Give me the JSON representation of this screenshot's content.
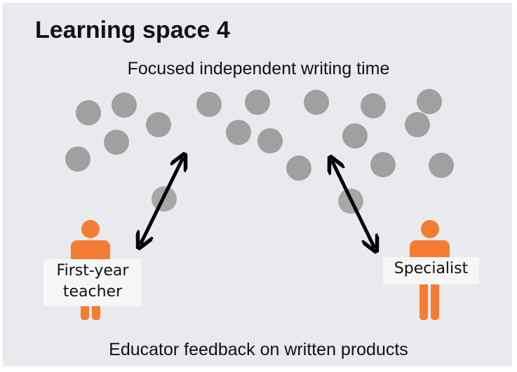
{
  "title": "Learning space 4",
  "subtitle": "Focused independent writing time",
  "footer": "Educator feedback on written products",
  "people": {
    "first_year_teacher_line1": "First-year",
    "first_year_teacher_line2": "teacher",
    "specialist": "Specialist"
  },
  "colors": {
    "background": "#e8eaee",
    "student_dot": "#a0a0a0",
    "educator_figure": "#f47d33",
    "arrow": "#000000"
  },
  "icons": {
    "student": "circle",
    "educator": "person-icon",
    "interaction": "double-headed-arrow"
  }
}
